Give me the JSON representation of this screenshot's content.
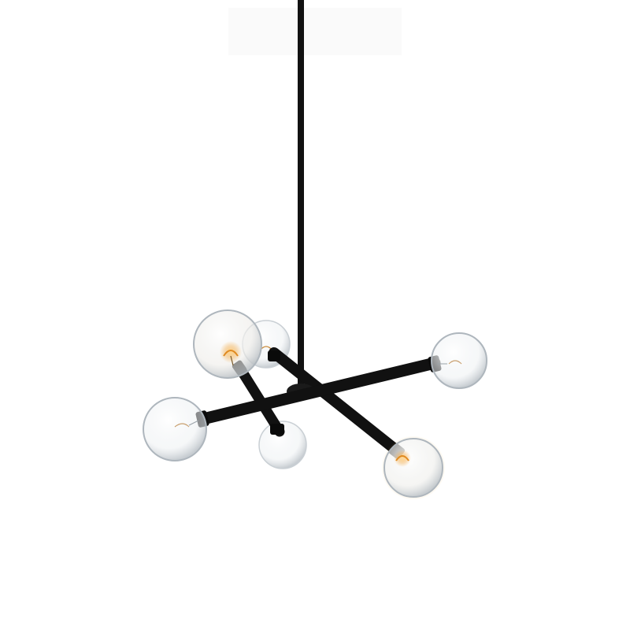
{
  "scene": {
    "subject": "sputnik-pendant-chandelier",
    "background_color": "#ffffff",
    "metal_color": "#111111",
    "glass_color": "#e8ecef",
    "filament_color": "#f3a53a",
    "bulb_count": 6,
    "arm_count": 3
  }
}
